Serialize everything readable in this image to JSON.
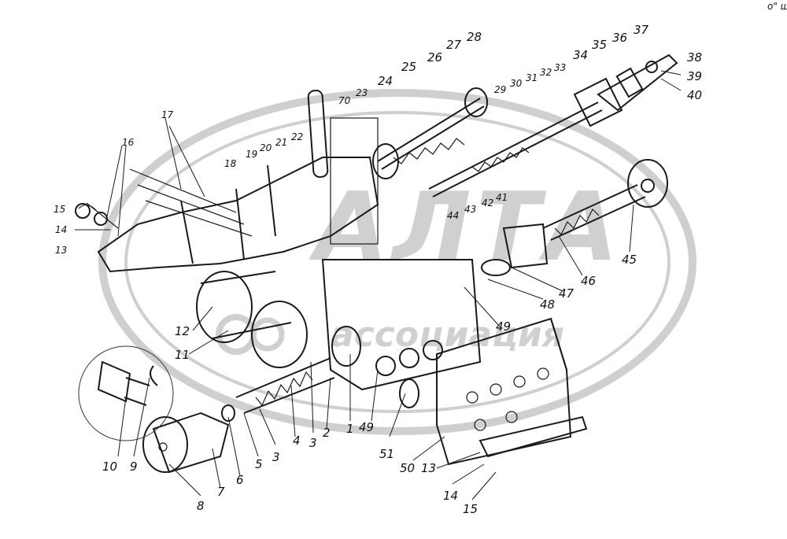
{
  "watermark": {
    "title": "АЛТА",
    "subtitle": "ассоциация"
  },
  "corner_mark": "о\" ш",
  "callouts": [
    {
      "id": "c1",
      "text": "1"
    },
    {
      "id": "c2",
      "text": "2"
    },
    {
      "id": "c3",
      "text": "3"
    },
    {
      "id": "c3b",
      "text": "3"
    },
    {
      "id": "c4",
      "text": "4"
    },
    {
      "id": "c5",
      "text": "5"
    },
    {
      "id": "c6",
      "text": "6"
    },
    {
      "id": "c7",
      "text": "7"
    },
    {
      "id": "c8",
      "text": "8"
    },
    {
      "id": "c9",
      "text": "9"
    },
    {
      "id": "c10",
      "text": "10"
    },
    {
      "id": "c11",
      "text": "11"
    },
    {
      "id": "c12",
      "text": "12"
    },
    {
      "id": "c13",
      "text": "13"
    },
    {
      "id": "c13b",
      "text": "13"
    },
    {
      "id": "c14",
      "text": "14"
    },
    {
      "id": "c14b",
      "text": "14"
    },
    {
      "id": "c15",
      "text": "15"
    },
    {
      "id": "c15b",
      "text": "15"
    },
    {
      "id": "c16",
      "text": "16"
    },
    {
      "id": "c17",
      "text": "17"
    },
    {
      "id": "c18",
      "text": "18"
    },
    {
      "id": "c19",
      "text": "19"
    },
    {
      "id": "c20",
      "text": "20"
    },
    {
      "id": "c21",
      "text": "21"
    },
    {
      "id": "c22",
      "text": "22"
    },
    {
      "id": "c23",
      "text": "23"
    },
    {
      "id": "c24",
      "text": "24"
    },
    {
      "id": "c25",
      "text": "25"
    },
    {
      "id": "c26",
      "text": "26"
    },
    {
      "id": "c27",
      "text": "27"
    },
    {
      "id": "c28",
      "text": "28"
    },
    {
      "id": "c29",
      "text": "29"
    },
    {
      "id": "c30",
      "text": "30"
    },
    {
      "id": "c31",
      "text": "31"
    },
    {
      "id": "c32",
      "text": "32"
    },
    {
      "id": "c33",
      "text": "33"
    },
    {
      "id": "c34",
      "text": "34"
    },
    {
      "id": "c35",
      "text": "35"
    },
    {
      "id": "c36",
      "text": "36"
    },
    {
      "id": "c37",
      "text": "37"
    },
    {
      "id": "c38",
      "text": "38"
    },
    {
      "id": "c39",
      "text": "39"
    },
    {
      "id": "c40",
      "text": "40"
    },
    {
      "id": "c41",
      "text": "41"
    },
    {
      "id": "c42",
      "text": "42"
    },
    {
      "id": "c43",
      "text": "43"
    },
    {
      "id": "c44",
      "text": "44"
    },
    {
      "id": "c45",
      "text": "45"
    },
    {
      "id": "c46",
      "text": "46"
    },
    {
      "id": "c47",
      "text": "47"
    },
    {
      "id": "c48",
      "text": "48"
    },
    {
      "id": "c49",
      "text": "49"
    },
    {
      "id": "c49b",
      "text": "49"
    },
    {
      "id": "c50",
      "text": "50"
    },
    {
      "id": "c51",
      "text": "51"
    },
    {
      "id": "c70",
      "text": "70"
    }
  ]
}
